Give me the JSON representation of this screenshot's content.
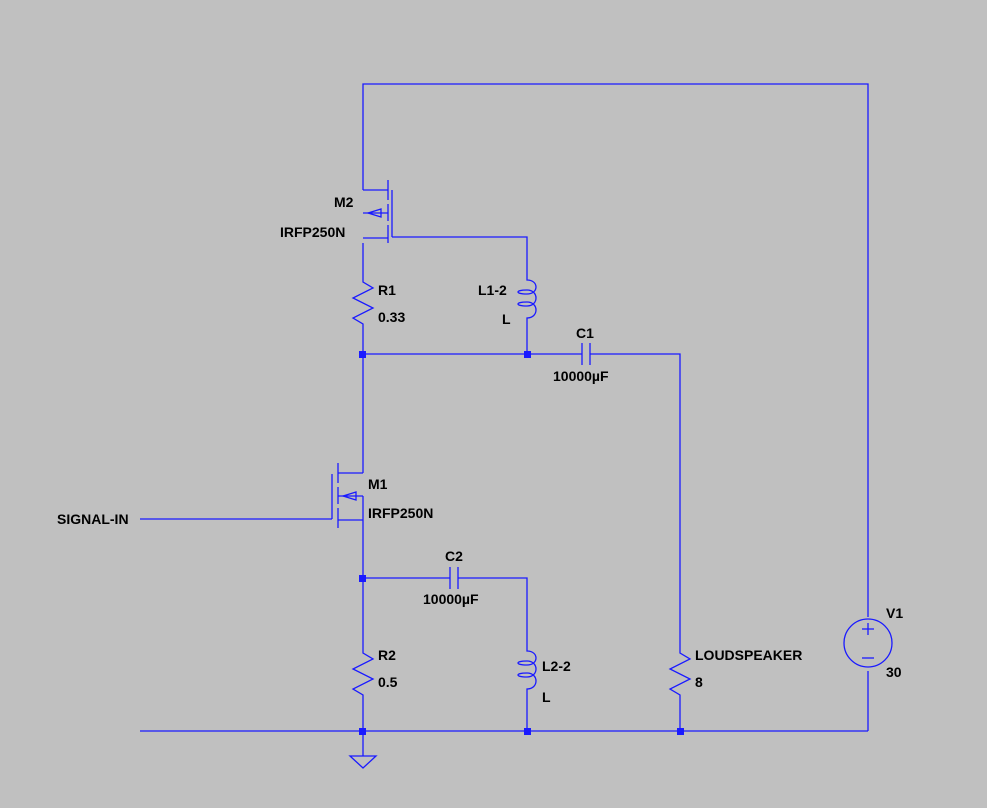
{
  "colors": {
    "background": "#c0c0c0",
    "wire": "#1a1aff",
    "text": "#000000"
  },
  "components": {
    "m2": {
      "name": "M2",
      "value": "IRFP250N"
    },
    "m1": {
      "name": "M1",
      "value": "IRFP250N"
    },
    "r1": {
      "name": "R1",
      "value": "0.33"
    },
    "r2": {
      "name": "R2",
      "value": "0.5"
    },
    "l1": {
      "name": "L1-2",
      "value": "L"
    },
    "l2": {
      "name": "L2-2",
      "value": "L"
    },
    "c1": {
      "name": "C1",
      "value": "10000µF"
    },
    "c2": {
      "name": "C2",
      "value": "10000µF"
    },
    "speaker": {
      "name": "LOUDSPEAKER",
      "value": "8"
    },
    "v1": {
      "name": "V1",
      "value": "30"
    }
  },
  "nets": {
    "signal_in": "SIGNAL-IN"
  }
}
